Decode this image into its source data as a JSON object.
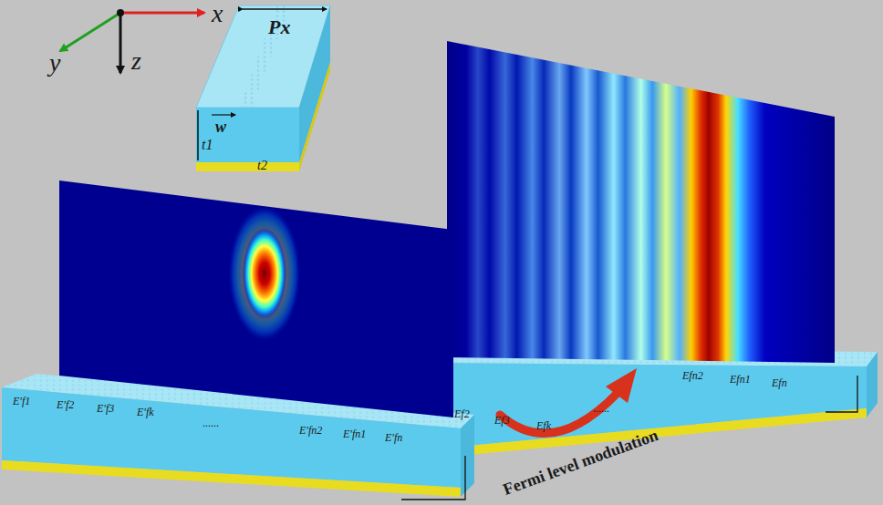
{
  "diagram": {
    "labels": [
      "x",
      "y",
      "z",
      "Px",
      "w",
      "t1",
      "t2",
      "Ef2",
      "Ef3",
      "Efk",
      "......",
      "Efn2",
      "Efn1",
      "Efn",
      "E'f1",
      "E'f2",
      "E'f3",
      "E'fk",
      "......",
      "E'fn2",
      "E'fn1",
      "E'fn",
      "Fermi level modulation"
    ]
  }
}
